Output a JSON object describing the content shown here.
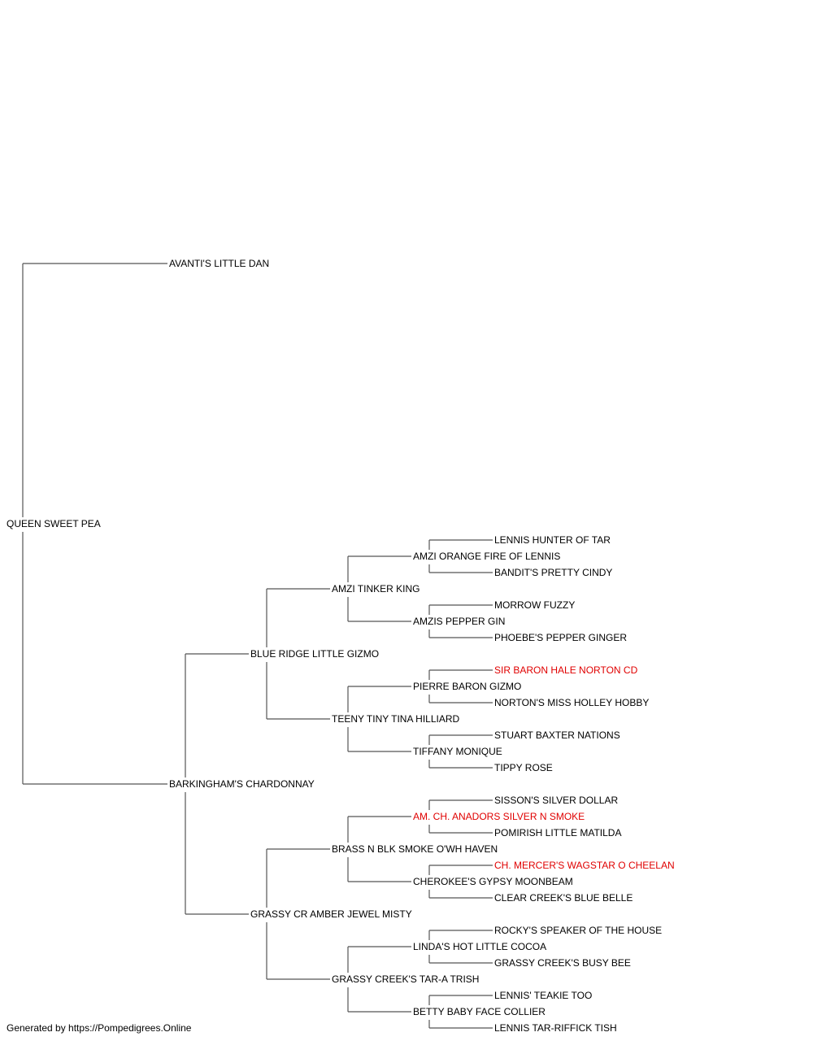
{
  "colors": {
    "line": "#555555",
    "text": "#000000",
    "titled": "#e00000"
  },
  "pedigree": {
    "name": "QUEEN SWEET PEA",
    "sire": {
      "name": "AVANTI'S LITTLE DAN"
    },
    "dam": {
      "name": "BARKINGHAM'S CHARDONNAY",
      "sire": {
        "name": "BLUE RIDGE LITTLE GIZMO",
        "sire": {
          "name": "AMZI TINKER KING",
          "sire": {
            "name": "AMZI ORANGE FIRE OF LENNIS",
            "sire": {
              "name": "LENNIS HUNTER OF TAR"
            },
            "dam": {
              "name": "BANDIT'S PRETTY CINDY"
            }
          },
          "dam": {
            "name": "AMZIS PEPPER GIN",
            "sire": {
              "name": "MORROW FUZZY"
            },
            "dam": {
              "name": "PHOEBE'S PEPPER GINGER"
            }
          }
        },
        "dam": {
          "name": "TEENY TINY TINA HILLIARD",
          "sire": {
            "name": "PIERRE BARON GIZMO",
            "sire": {
              "name": "SIR BARON HALE NORTON CD",
              "titled": true
            },
            "dam": {
              "name": "NORTON'S MISS HOLLEY HOBBY"
            }
          },
          "dam": {
            "name": "TIFFANY MONIQUE",
            "sire": {
              "name": "STUART BAXTER NATIONS"
            },
            "dam": {
              "name": "TIPPY ROSE"
            }
          }
        }
      },
      "dam": {
        "name": "GRASSY CR AMBER JEWEL MISTY",
        "sire": {
          "name": "BRASS N BLK SMOKE O'WH HAVEN",
          "sire": {
            "name": "AM. CH. ANADORS SILVER N SMOKE",
            "titled": true,
            "sire": {
              "name": "SISSON'S SILVER DOLLAR"
            },
            "dam": {
              "name": "POMIRISH LITTLE MATILDA"
            }
          },
          "dam": {
            "name": "CHEROKEE'S GYPSY MOONBEAM",
            "sire": {
              "name": "CH. MERCER'S WAGSTAR O CHEELAN",
              "titled": true
            },
            "dam": {
              "name": "CLEAR CREEK'S BLUE BELLE"
            }
          }
        },
        "dam": {
          "name": "GRASSY CREEK'S TAR-A TRISH",
          "sire": {
            "name": "LINDA'S HOT LITTLE COCOA",
            "sire": {
              "name": "ROCKY'S SPEAKER OF THE HOUSE"
            },
            "dam": {
              "name": "GRASSY CREEK'S BUSY BEE"
            }
          },
          "dam": {
            "name": "BETTY BABY FACE COLLIER",
            "sire": {
              "name": "LENNIS' TEAKIE TOO"
            },
            "dam": {
              "name": "LENNIS TAR-RIFFICK TISH"
            }
          }
        }
      }
    }
  },
  "footer": "Generated by https://Pompedigrees.Online"
}
